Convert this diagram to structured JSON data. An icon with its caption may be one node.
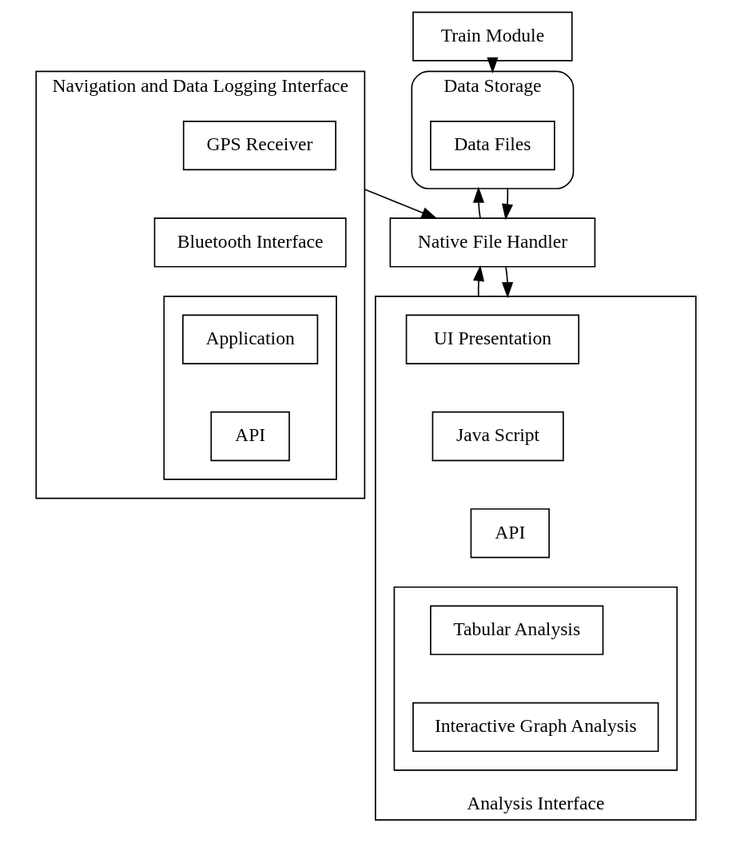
{
  "diagram": {
    "nodes": [
      {
        "text": [
          "Navigation and Data Logging Interface"
        ]
      },
      {
        "text": [
          "GPS Receiver"
        ],
        "in": 0
      },
      {
        "text": [
          "Bluetooth Interface"
        ],
        "in": 0
      },
      {
        "text": [],
        "shape": "box",
        "in": 0
      },
      {
        "text": [
          "Application"
        ],
        "in": 3
      },
      {
        "text": [
          "API"
        ],
        "in": 3
      },
      {
        "text": [
          "Train Module"
        ]
      },
      {
        "text": [
          "Data Storage"
        ]
      },
      {
        "text": [
          "Data Files"
        ],
        "in": 7
      },
      {
        "text": [
          "Native File Handler"
        ]
      },
      {
        "text": [
          "Analysis Interface"
        ]
      },
      {
        "text": [
          "UI Presentation"
        ],
        "in": 10
      },
      {
        "text": [
          "Java Script"
        ],
        "in": 10
      },
      {
        "text": [
          "API"
        ],
        "in": 10
      },
      {
        "text": [],
        "shape": "box",
        "in": 10
      },
      {
        "text": [
          "Tabular Analysis"
        ],
        "in": 14
      },
      {
        "text": [
          "Interactive Graph Analysis"
        ],
        "in": 14
      }
    ],
    "edges": [
      {
        "from": 6,
        "to": 7,
        "arrow": "to"
      },
      {
        "from": 0,
        "to": 9,
        "arrow": "to"
      },
      {
        "from": 9,
        "to": 7,
        "arrow": "to"
      },
      {
        "from": 7,
        "to": 9,
        "arrow": "to"
      },
      {
        "from": 10,
        "to": 9,
        "arrow": "to"
      },
      {
        "from": 9,
        "to": 10,
        "arrow": "to"
      }
    ]
  }
}
